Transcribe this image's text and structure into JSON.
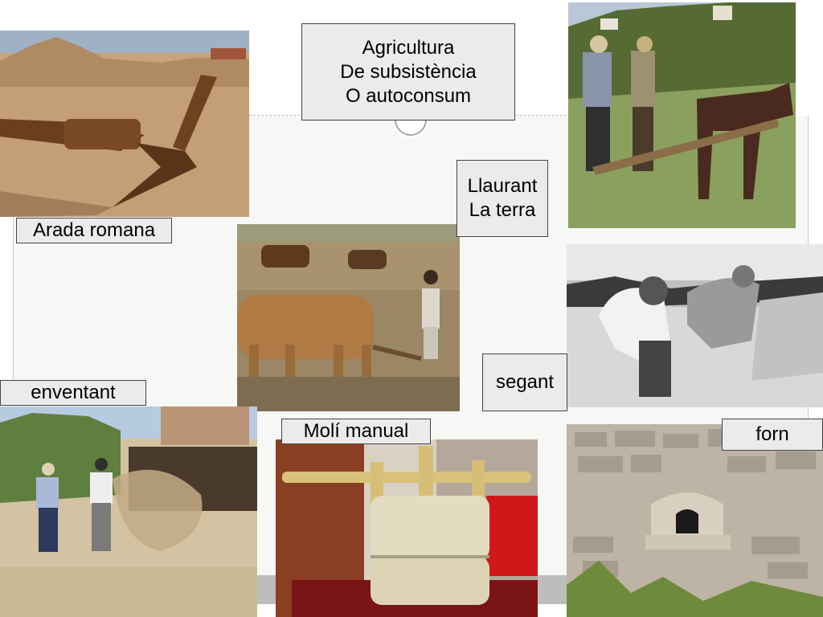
{
  "title": {
    "line1": "Agricultura",
    "line2": "De subsistència",
    "line3": "O autoconsum"
  },
  "labels": {
    "plough_line1": "Llaurant",
    "plough_line2": "La terra",
    "roman_plough": "Arada romana",
    "reaping": "segant",
    "winnowing": "enventant",
    "hand_mill": "Molí manual",
    "oven": "forn"
  }
}
